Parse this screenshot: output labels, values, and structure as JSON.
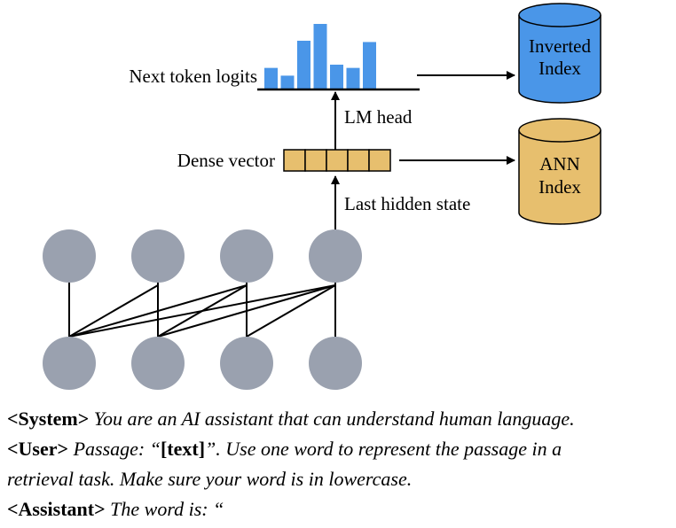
{
  "diagram": {
    "labels": {
      "next_token_logits": "Next token logits",
      "lm_head": "LM head",
      "dense_vector": "Dense vector",
      "last_hidden_state": "Last hidden state"
    },
    "indexes": [
      {
        "line1": "Inverted",
        "line2": "Index",
        "fill": "#4a96e8"
      },
      {
        "line1": "ANN",
        "line2": "Index",
        "fill": "#e7bf6e"
      }
    ],
    "logit_bar_color": "#4a96e8",
    "logit_values": [
      0.32,
      0.2,
      0.74,
      1.0,
      0.37,
      0.32,
      0.72
    ],
    "neuron_color": "#9aa1af",
    "dense_vector_color": "#e7bf6e"
  },
  "prompt": {
    "system": {
      "role": "<System>",
      "text": " You are an AI assistant that can understand human language."
    },
    "user": {
      "role": "<User>",
      "text_before": " Passage: “",
      "placeholder": "[text]",
      "text_after": "”. Use one word to represent the passage in a",
      "text_line2": "retrieval task. Make sure your word is in lowercase."
    },
    "assistant": {
      "role": "<Assistant>",
      "text": " The word is: “"
    }
  }
}
